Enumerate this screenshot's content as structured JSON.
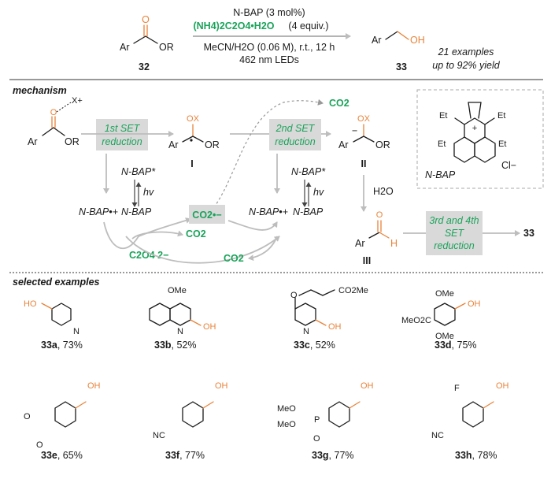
{
  "colors": {
    "accent_orange": "#e8833a",
    "accent_green": "#1aa35a",
    "box_gray": "#d9d9d9",
    "arrow_gray": "#bdbdbd"
  },
  "reaction": {
    "reactant_label": "32",
    "reactant_ar": "Ar",
    "reactant_or": "OR",
    "reactant_o": "O",
    "catalyst": "N-BAP (3 mol%)",
    "oxalate": "(NH4)2C2O4•H2O",
    "oxalate_equiv": "(4 equiv.)",
    "conditions": "MeCN/H2O (0.06 M), r.t., 12 h",
    "light": "462 nm LEDs",
    "product_label": "33",
    "product_ar": "Ar",
    "product_oh": "OH",
    "examples_note": "21 examples",
    "yield_note": "up to 92% yield"
  },
  "mechanism": {
    "heading": "mechanism",
    "x_plus": "X+",
    "ar": "Ar",
    "or": "OR",
    "ox": "OX",
    "o": "O",
    "h": "H",
    "set1": "1st SET",
    "set1_sub": "reduction",
    "set2": "2nd SET",
    "set2_sub": "reduction",
    "set34": "3rd and 4th",
    "set34_mid": "SET",
    "set34_sub": "reduction",
    "int1": "I",
    "int2": "II",
    "int3": "III",
    "co2": "CO2",
    "co2_rad": "CO2•−",
    "oxalate_ion": "C2O4 2−",
    "nbap": "N-BAP",
    "nbap_star": "N-BAP*",
    "nbap_radcat": "N-BAP•+",
    "hv": "hv",
    "h2o": "H2O",
    "product": "33",
    "catalyst_name": "N-BAP",
    "et": "Et",
    "cl": "Cl−",
    "plus": "+"
  },
  "examples": {
    "heading": "selected examples",
    "oh": "OH",
    "ho": "HO",
    "ome": "OMe",
    "co2me": "CO2Me",
    "meo2c": "MeO2C",
    "o": "O",
    "n": "N",
    "f": "F",
    "nc": "NC",
    "p": "P",
    "meo": "MeO",
    "items": [
      {
        "code": "33a",
        "yield": ", 73%"
      },
      {
        "code": "33b",
        "yield": ", 52%"
      },
      {
        "code": "33c",
        "yield": ", 52%"
      },
      {
        "code": "33d",
        "yield": ", 75%"
      },
      {
        "code": "33e",
        "yield": ", 65%"
      },
      {
        "code": "33f",
        "yield": ", 77%"
      },
      {
        "code": "33g",
        "yield": ", 77%"
      },
      {
        "code": "33h",
        "yield": ", 78%"
      }
    ]
  }
}
